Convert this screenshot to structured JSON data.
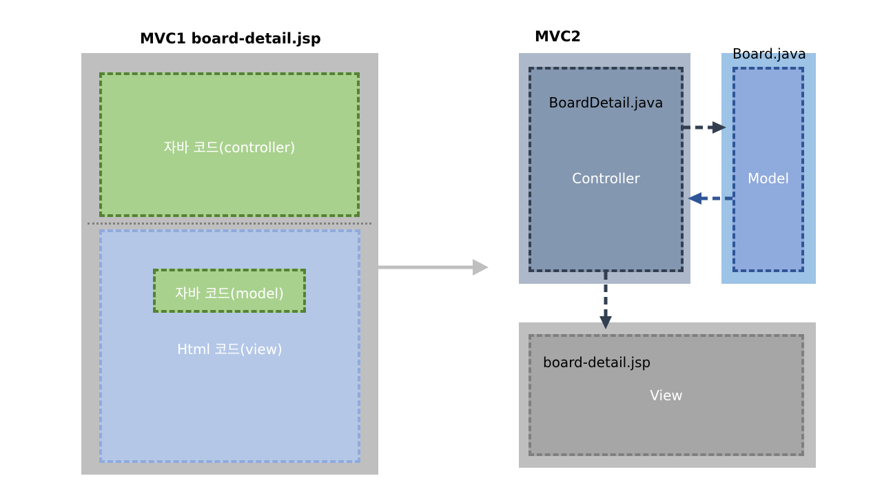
{
  "mvc1": {
    "title": "MVC1 board-detail.jsp",
    "controller_label": "자바 코드(controller)",
    "model_label": "자바 코드(model)",
    "view_label": "Html 코드(view)"
  },
  "mvc2": {
    "title": "MVC2",
    "controller_file": "BoardDetail.java",
    "controller_label": "Controller",
    "model_file": "Board.java",
    "model_label": "Model",
    "view_file": "board-detail.jsp",
    "view_label": "View"
  },
  "colors": {
    "container_gray": "#bfbfbf",
    "controller_green_fill": "#a9d18e",
    "green_dash": "#548235",
    "view_blue_fill": "#b4c7e7",
    "view_blue_dash": "#8faadc",
    "mvc2_controller_outer": "#adb9ca",
    "mvc2_controller_inner": "#8497b0",
    "dark_dash": "#333f50",
    "model_outer": "#9dc3e6",
    "model_inner": "#8faadc",
    "navy_dash": "#2f5597",
    "view_inner_gray": "#a6a6a6",
    "gray_dash": "#7f7f7f",
    "arrow_gray": "#bfbfbf"
  }
}
